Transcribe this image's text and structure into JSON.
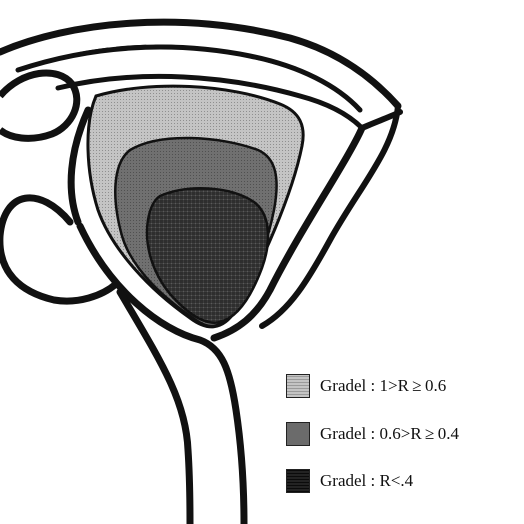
{
  "legend": {
    "items": [
      {
        "label": "Gradel : 1>R ≥ 0.6",
        "fill": "#bdbdbd",
        "pattern": "fine-dots"
      },
      {
        "label": "Gradel : 0.6>R ≥ 0.4",
        "fill": "#6b6b6b",
        "pattern": "solid"
      },
      {
        "label": "Gradel : R<.4",
        "fill": "#3a3a3a",
        "pattern": "crosshatch"
      }
    ]
  },
  "colors": {
    "outline": "#111111",
    "background": "#ffffff",
    "grade_1": "#bdbdbd",
    "grade_2": "#6b6b6b",
    "grade_3": "#3a3a3a"
  }
}
